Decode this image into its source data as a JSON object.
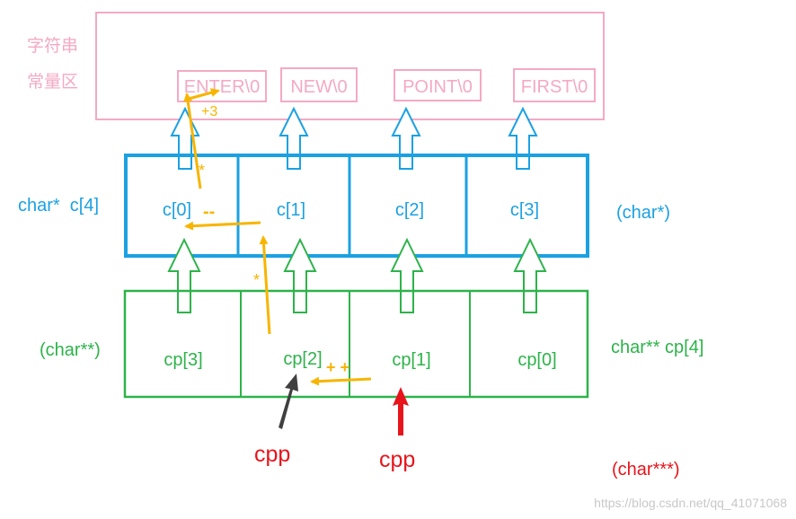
{
  "literal_area": {
    "label_line1": "字符串",
    "label_line2": "常量区",
    "strings": [
      "ENTER\\0",
      "NEW\\0",
      "POINT\\0",
      "FIRST\\0"
    ]
  },
  "c_array": {
    "left_label": "char*  c[4]",
    "right_label": "(char*)",
    "cells": [
      "c[0]",
      "c[1]",
      "c[2]",
      "c[3]"
    ]
  },
  "cp_array": {
    "left_label": "(char**)",
    "right_label": "char** cp[4]",
    "cells": [
      "cp[3]",
      "cp[2]",
      "cp[1]",
      "cp[0]"
    ]
  },
  "cpp": {
    "label_before": "cpp",
    "label_after": "cpp",
    "type_label": "(char***)"
  },
  "annotations": {
    "plus3": "+3",
    "star_top": "*",
    "minus_minus": "--",
    "star_mid": "*",
    "plus_plus": "+ +"
  },
  "watermark": "https://blog.csdn.net/qq_41071068",
  "colors": {
    "pink": "#f4a9c4",
    "blue": "#1ba1e2",
    "green": "#2db34a",
    "orange": "#f7b500",
    "red": "#e8141b",
    "dark": "#404040"
  }
}
